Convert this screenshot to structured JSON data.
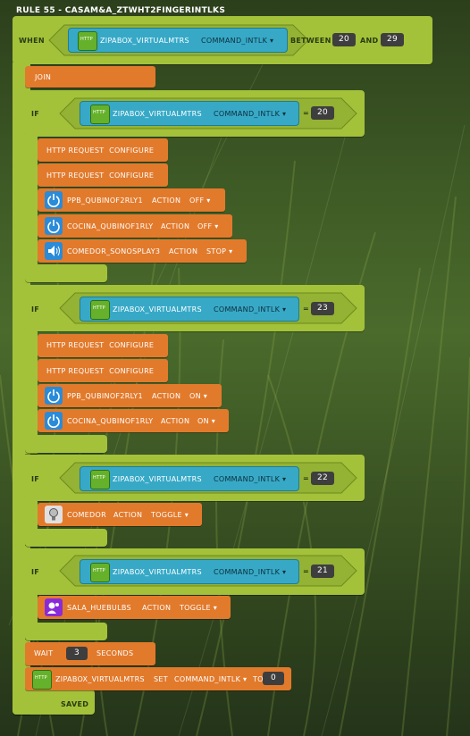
{
  "title": "RULE 55 - CASAM&A_ZTWHT2FINGERINTLKS",
  "when_label": "WHEN",
  "between_label": "BETWEEN",
  "and_label": "AND",
  "join_label": "JOIN",
  "if_label": "IF",
  "eq_label": "=",
  "http_request_label": "HTTP REQUEST",
  "configure_label": "CONFIGURE",
  "action_label": "ACTION",
  "set_label": "SET",
  "to_label": "TO",
  "wait_label": "WAIT",
  "seconds_label": "SECONDS",
  "saved_label": "SAVED",
  "http_icon_text": "HTTP",
  "device": "ZIPABOX_VIRTUALMTRS",
  "attribute": "COMMAND_INTLK",
  "when": {
    "from": "20",
    "to": "29"
  },
  "ifs": [
    {
      "value": "20",
      "actions": [
        {
          "name": "PPB_QUBINOF2RLY1",
          "value": "OFF",
          "icon": "power-icon"
        },
        {
          "name": "COCINA_QUBINOF1RLY",
          "value": "OFF",
          "icon": "power-icon"
        },
        {
          "name": "COMEDOR_SONOSPLAY3",
          "value": "STOP",
          "icon": "speaker-icon"
        }
      ]
    },
    {
      "value": "23",
      "actions": [
        {
          "name": "PPB_QUBINOF2RLY1",
          "value": "ON",
          "icon": "power-icon"
        },
        {
          "name": "COCINA_QUBINOF1RLY",
          "value": "ON",
          "icon": "power-icon"
        }
      ]
    },
    {
      "value": "22",
      "actions": [
        {
          "name": "COMEDOR",
          "value": "TOGGLE",
          "icon": "bulb-icon"
        }
      ]
    },
    {
      "value": "21",
      "actions": [
        {
          "name": "SALA_HUEBULBS",
          "value": "TOGGLE",
          "icon": "hue-icon"
        }
      ]
    }
  ],
  "wait_value": "3",
  "set_value": "0",
  "colors": {
    "green": "#a3c23a",
    "orange": "#e27a2c",
    "cyan": "#37a9c7",
    "dark": "#3e3e3e"
  }
}
